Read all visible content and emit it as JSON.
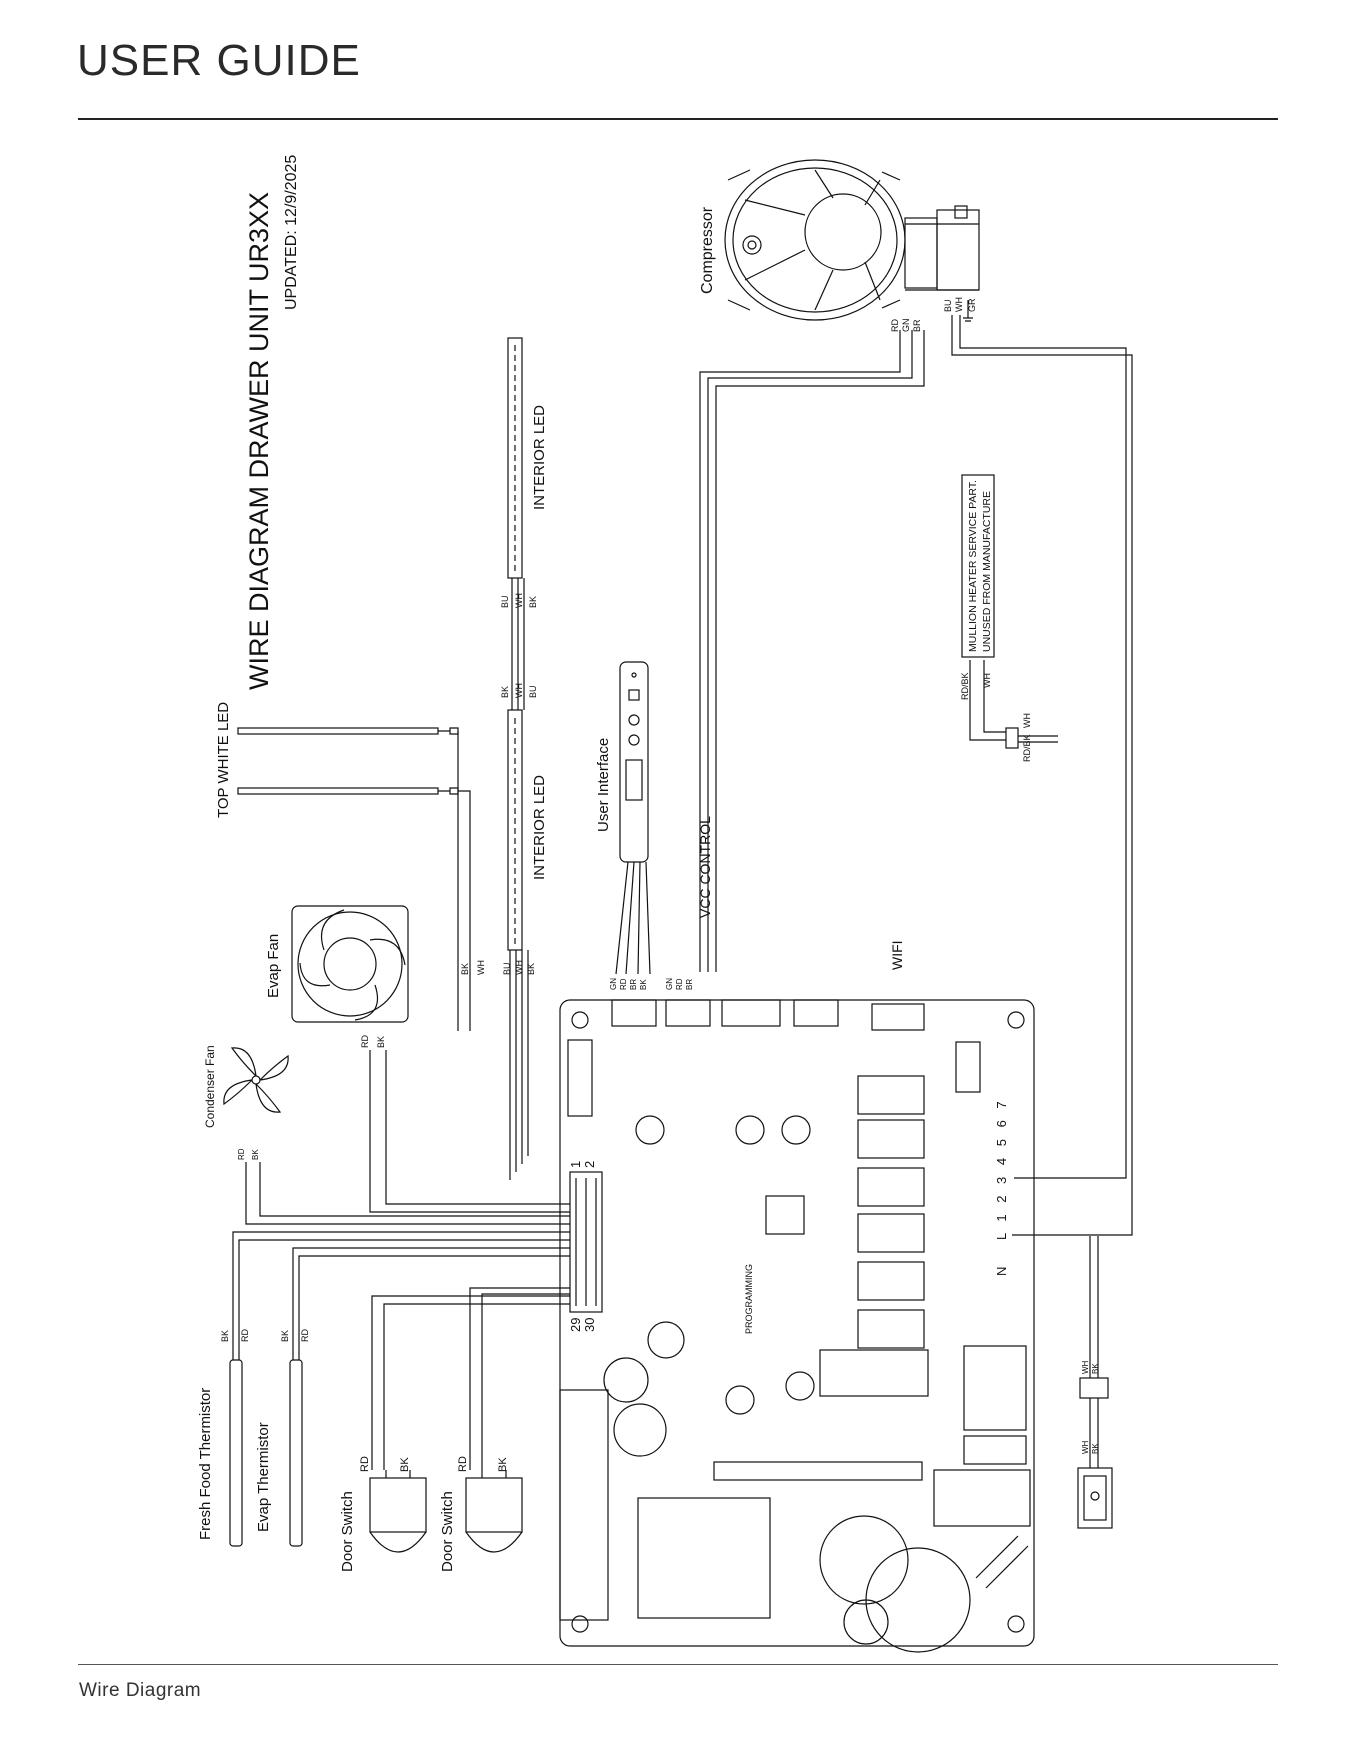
{
  "header": {
    "title": "USER GUIDE"
  },
  "footer": {
    "text": "Wire Diagram"
  },
  "diagram": {
    "title": "WIRE DIAGRAM DRAWER UNIT UR3XX",
    "updated": "UPDATED: 12/9/2025",
    "components": {
      "compressor": "Compressor",
      "top_white_led": "TOP WHITE LED",
      "interior_led_a": "INTERIOR LED",
      "interior_led_b": "INTERIOR LED",
      "user_interface": "User Interface",
      "vcc_control": "VCC CONTROL",
      "wifi": "WIFI",
      "evap_fan": "Evap Fan",
      "condenser_fan": "Condenser Fan",
      "fresh_food_thermistor": "Fresh Food Thermistor",
      "evap_thermistor": "Evap Thermistor",
      "door_switch_a": "Door Switch",
      "door_switch_b": "Door Switch",
      "programming": "PROGRAMMING",
      "mullion_note_1": "MULLION HEATER SERVICE PART.",
      "mullion_note_2": "UNUSED FROM MANUFACTURE"
    },
    "wire_colors": {
      "rd": "RD",
      "bk": "BK",
      "wh": "WH",
      "bu": "BU",
      "gn": "GN",
      "br": "BR",
      "rdbk": "RD/BK",
      "gr": "GR"
    },
    "terminal_labels": {
      "pin1": "1",
      "pin2": "2",
      "pin29": "29",
      "pin30": "30",
      "relay_pins": "L 1 2 3 4 5 6 7",
      "n": "N"
    }
  }
}
